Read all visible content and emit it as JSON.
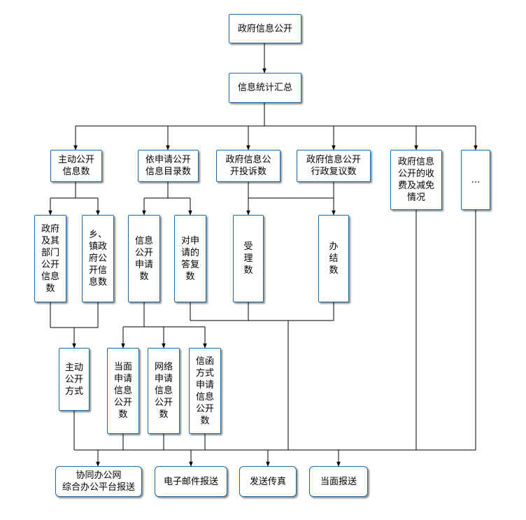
{
  "nodes": {
    "root": "政府信息公开",
    "stats": "信息统计汇总",
    "cat1": "主动公开\n信息数",
    "cat2": "依申请公开\n信息目录数",
    "cat3": "政府信息公\n开投诉数",
    "cat4": "政府信息公开\n行政复议数",
    "cat5": "政府信息\n公开的收\n费及减免\n情况",
    "cat6": "…",
    "sub1": "政府\n及其\n部门\n公开\n信息\n数",
    "sub2": "乡、\n镇政\n府公\n开信\n息数",
    "sub3": "信息\n公开\n申请\n数",
    "sub4": "对申\n请的\n答复\n数",
    "sub5": "受\n理\n数",
    "sub6": "办\n结\n数",
    "mode1": "主动\n公开\n方式",
    "mode2": "当面\n申请\n信息\n公开\n数",
    "mode3": "网络\n申请\n信息\n公开\n数",
    "mode4": "信函\n方式\n申请\n信息\n公开\n数",
    "out1": "协同办公网\n综合办公平台报送",
    "out2": "电子邮件报送",
    "out3": "发送传真",
    "out4": "当面报送"
  }
}
